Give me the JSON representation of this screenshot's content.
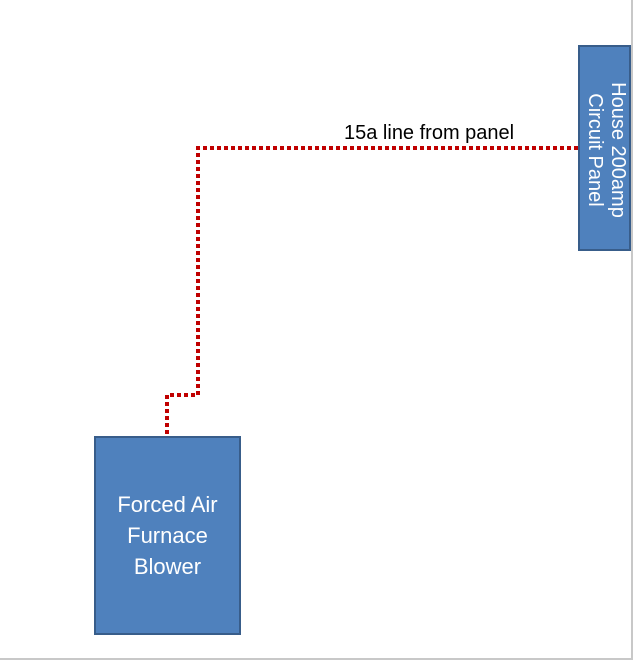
{
  "diagram": {
    "nodes": [
      {
        "id": "panel",
        "label": "House 200amp\nCircuit Panel"
      },
      {
        "id": "furnace",
        "label": "Forced Air\nFurnace\nBlower"
      }
    ],
    "edges": [
      {
        "from": "panel",
        "to": "furnace",
        "label": "15a line from panel",
        "style": "dotted",
        "color": "#c00000"
      }
    ],
    "colors": {
      "box_fill": "#4f81bd",
      "box_border": "#385d8a",
      "box_text": "#ffffff",
      "wire": "#c00000"
    }
  }
}
